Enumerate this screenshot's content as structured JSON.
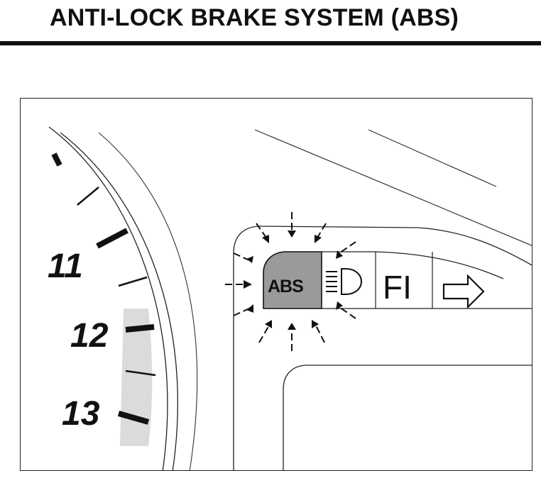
{
  "header": {
    "title": "ANTI-LOCK BRAKE SYSTEM (ABS)"
  },
  "gauge": {
    "labels": [
      "11",
      "12",
      "13"
    ]
  },
  "indicators": {
    "abs_label": "ABS",
    "fi_label": "FI",
    "icons": [
      "headlight-high-beam-icon",
      "turn-signal-arrow-icon"
    ],
    "abs_highlight_color": "#9a9a9a"
  }
}
